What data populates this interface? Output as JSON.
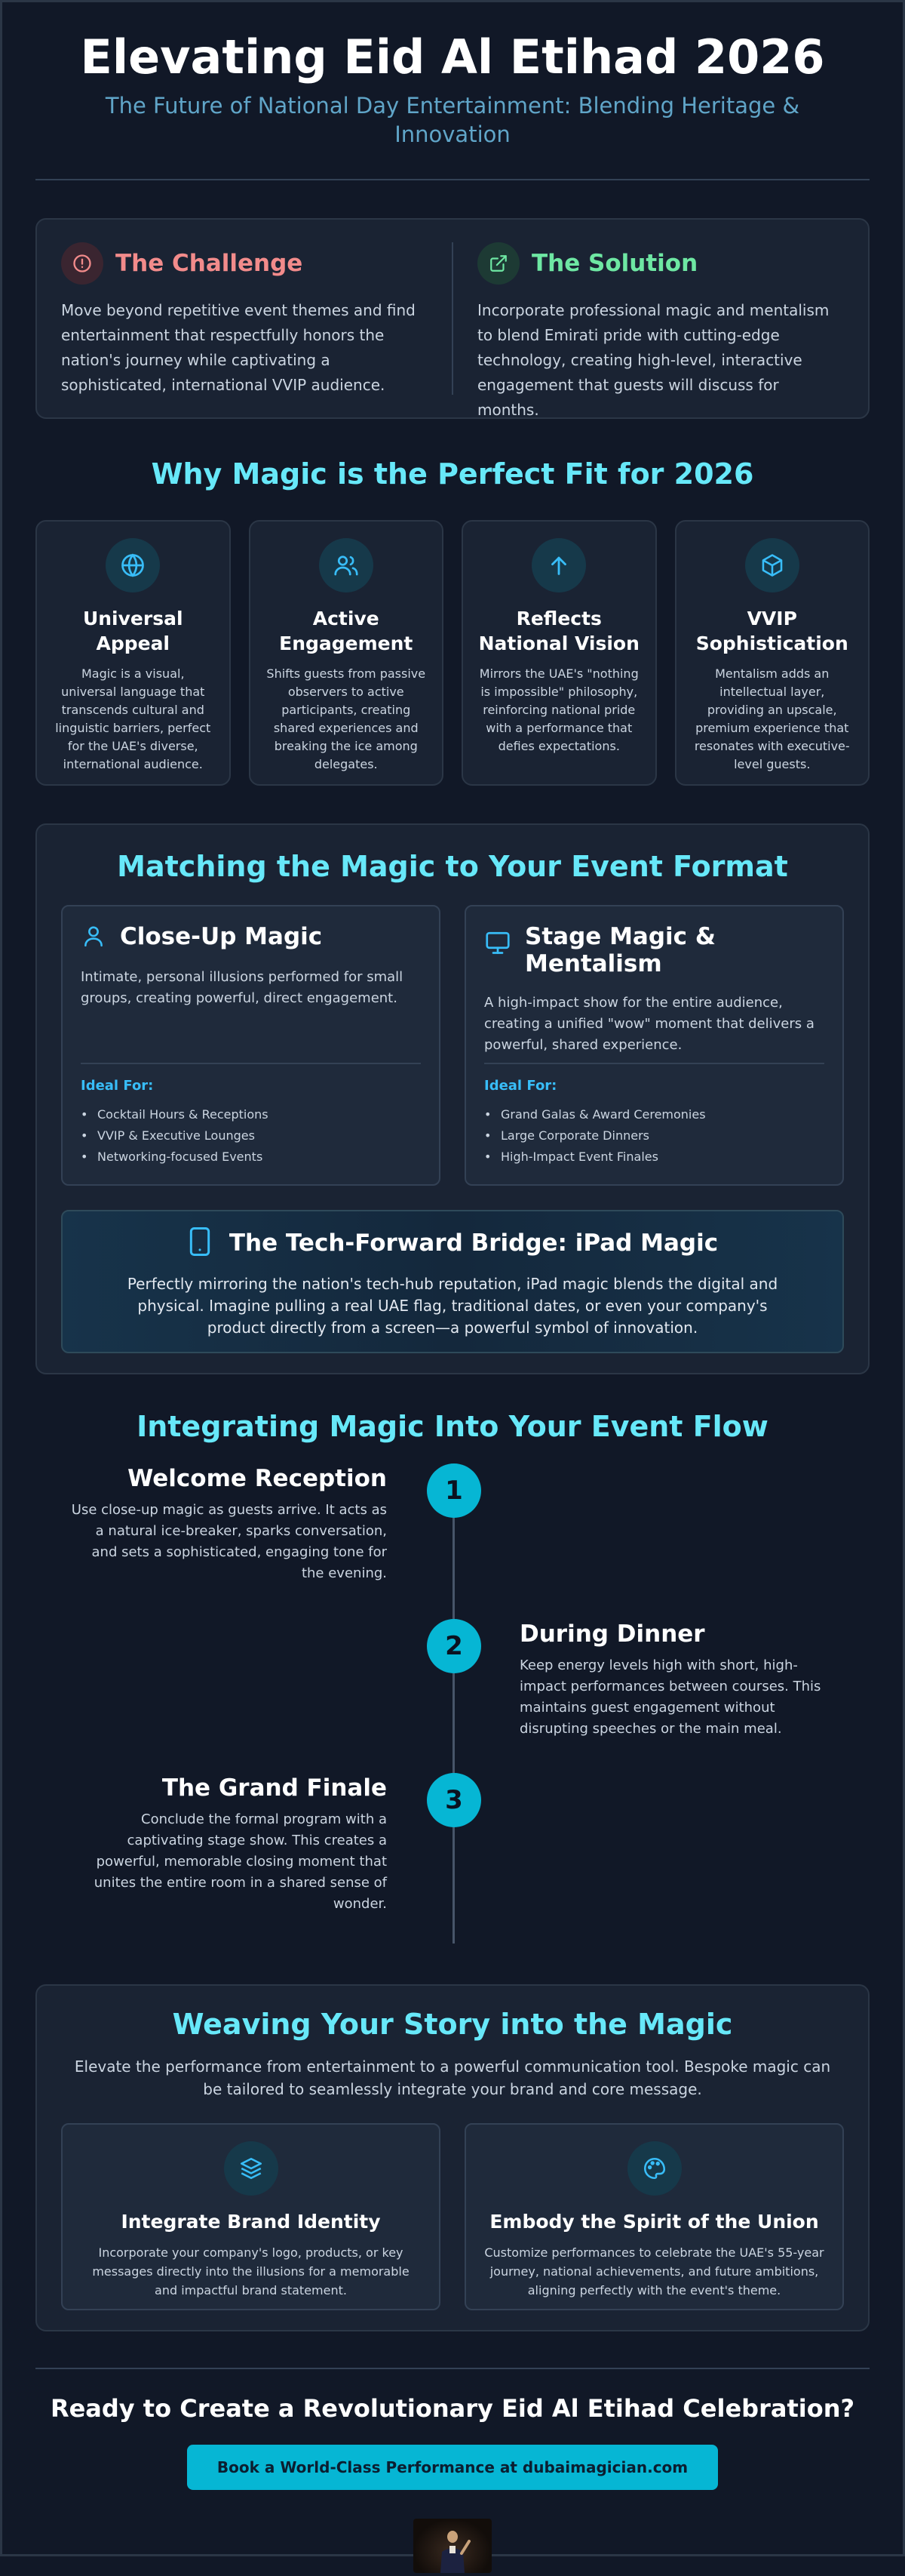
{
  "header": {
    "title": "Elevating Eid Al Etihad 2026",
    "subtitle": "The Future of National Day Entertainment: Blending Heritage & Innovation"
  },
  "challenge": {
    "title": "The Challenge",
    "icon": "alert-circle-icon",
    "text": "Move beyond repetitive event themes and find entertainment that respectfully honors the nation's journey while captivating a sophisticated, international VVIP audience."
  },
  "solution": {
    "title": "The Solution",
    "icon": "external-link-icon",
    "text": "Incorporate professional magic and mentalism to blend Emirati pride with cutting-edge technology, creating high-level, interactive engagement that guests will discuss for months."
  },
  "why": {
    "heading": "Why Magic is the Perfect Fit for 2026",
    "cards": [
      {
        "icon": "globe-icon",
        "title": "Universal Appeal",
        "text": "Magic is a visual, universal language that transcends cultural and linguistic barriers, perfect for the UAE's diverse, international audience."
      },
      {
        "icon": "users-icon",
        "title": "Active Engagement",
        "text": "Shifts guests from passive observers to active participants, creating shared experiences and breaking the ice among delegates."
      },
      {
        "icon": "arrow-up-icon",
        "title": "Reflects National Vision",
        "text": "Mirrors the UAE's \"nothing is impossible\" philosophy, reinforcing national pride with a performance that defies expectations."
      },
      {
        "icon": "cube-icon",
        "title": "VVIP Sophistication",
        "text": "Mentalism adds an intellectual layer, providing an upscale, premium experience that resonates with executive-level guests."
      }
    ]
  },
  "formats": {
    "heading": "Matching the Magic to Your Event Format",
    "ideal_label": "Ideal For:",
    "cards": [
      {
        "icon": "user-icon",
        "title": "Close-Up Magic",
        "text": "Intimate, personal illusions performed for small groups, creating powerful, direct engagement.",
        "ideal": [
          "Cocktail Hours & Receptions",
          "VVIP & Executive Lounges",
          "Networking-focused Events"
        ]
      },
      {
        "icon": "monitor-icon",
        "title": "Stage Magic & Mentalism",
        "text": "A high-impact show for the entire audience, creating a unified \"wow\" moment that delivers a powerful, shared experience.",
        "ideal": [
          "Grand Galas & Award Ceremonies",
          "Large Corporate Dinners",
          "High-Impact Event Finales"
        ]
      }
    ],
    "ipad": {
      "icon": "tablet-icon",
      "title": "The Tech-Forward Bridge: iPad Magic",
      "text": "Perfectly mirroring the nation's tech-hub reputation, iPad magic blends the digital and physical. Imagine pulling a real UAE flag, traditional dates, or even your company's product directly from a screen—a powerful symbol of innovation."
    }
  },
  "flow": {
    "heading": "Integrating Magic Into Your Event Flow",
    "steps": [
      {
        "num": "1",
        "title": "Welcome Reception",
        "text": "Use close-up magic as guests arrive. It acts as a natural ice-breaker, sparks conversation, and sets a sophisticated, engaging tone for the evening."
      },
      {
        "num": "2",
        "title": "During Dinner",
        "text": "Keep energy levels high with short, high-impact performances between courses. This maintains guest engagement without disrupting speeches or the main meal."
      },
      {
        "num": "3",
        "title": "The Grand Finale",
        "text": "Conclude the formal program with a captivating stage show. This creates a powerful, memorable closing moment that unites the entire room in a shared sense of wonder."
      }
    ]
  },
  "story": {
    "heading": "Weaving Your Story into the Magic",
    "intro": "Elevate the performance from entertainment to a powerful communication tool. Bespoke magic can be tailored to seamlessly integrate your brand and core message.",
    "cards": [
      {
        "icon": "layers-icon",
        "title": "Integrate Brand Identity",
        "text": "Incorporate your company's logo, products, or key messages directly into the illusions for a memorable and impactful brand statement."
      },
      {
        "icon": "palette-icon",
        "title": "Embody the Spirit of the Union",
        "text": "Customize performances to celebrate the UAE's 55-year journey, national achievements, and future ambitions, aligning perfectly with the event's theme."
      }
    ]
  },
  "cta": {
    "title": "Ready to Create a Revolutionary Eid Al Etihad Celebration?",
    "button": "Book a World-Class Performance at dubaimagician.com"
  },
  "colors": {
    "background": "#111827",
    "accent": "#06b6d4",
    "heading": "#67e8f9",
    "challenge": "#f28b8b",
    "solution": "#6ee7a3"
  }
}
